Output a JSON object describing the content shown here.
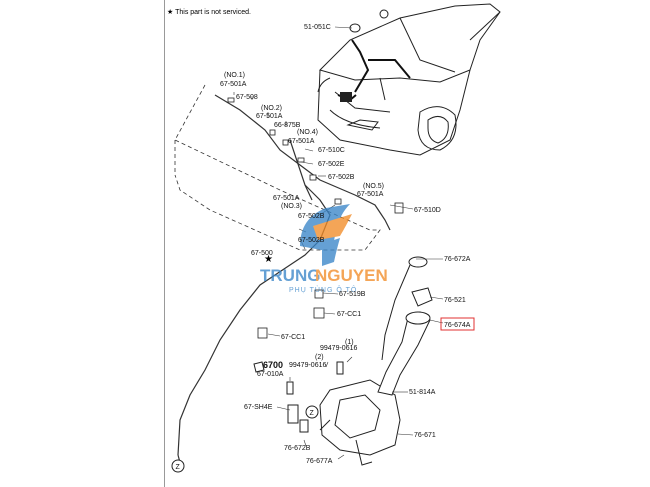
{
  "note": "★ This part is not serviced.",
  "labels": {
    "l51_051c": "51-051C",
    "no1": "(NO.1)",
    "l67_501a_1": "67-501A",
    "l67_508": "67-508",
    "no2": "(NO.2)",
    "l67_501a_2": "67-501A",
    "l66_875b": "66-875B",
    "no4": "(NO.4)",
    "l67_501a_4": "67-501A",
    "l67_510c": "67-510C",
    "l67_502e": "67-502E",
    "l67_502b_1": "67-502B",
    "no5": "(NO.5)",
    "l67_501a_5": "67-501A",
    "l67_510d": "67-510D",
    "l67_501a_3": "67-501A",
    "no3": "(NO.3)",
    "l67_502b_2": "67-502B",
    "l67_502b_3": "67-502B",
    "l67_500": "67-500",
    "l76_672a": "76-672A",
    "l67_519b": "67-519B",
    "l76_521": "76-521",
    "l76_674a": "76-674A",
    "l67_cc1_1": "67-CC1",
    "l67_cc1_2": "67-CC1",
    "l99479_0616_1": "99479-0616",
    "n1": "(1)",
    "n2": "(2)",
    "l99479_0616_2": "99479-0616",
    "l6700": "6700",
    "l67_010a": "67-010A",
    "l51_814a": "51-814A",
    "l67_sh4e": "67-SH4E",
    "l76_671": "76-671",
    "l76_672b": "76-672B",
    "l76_677a": "76-677A",
    "z1": "Z",
    "z2": "Z"
  },
  "watermark": {
    "brand_a": "TRUNG",
    "brand_b": "NGUYEN",
    "tagline": "PHỤ TÙNG Ô TÔ"
  },
  "colors": {
    "highlight": "#e03131",
    "watermark_blue": "#3a86c8",
    "watermark_orange": "#f28c28"
  }
}
